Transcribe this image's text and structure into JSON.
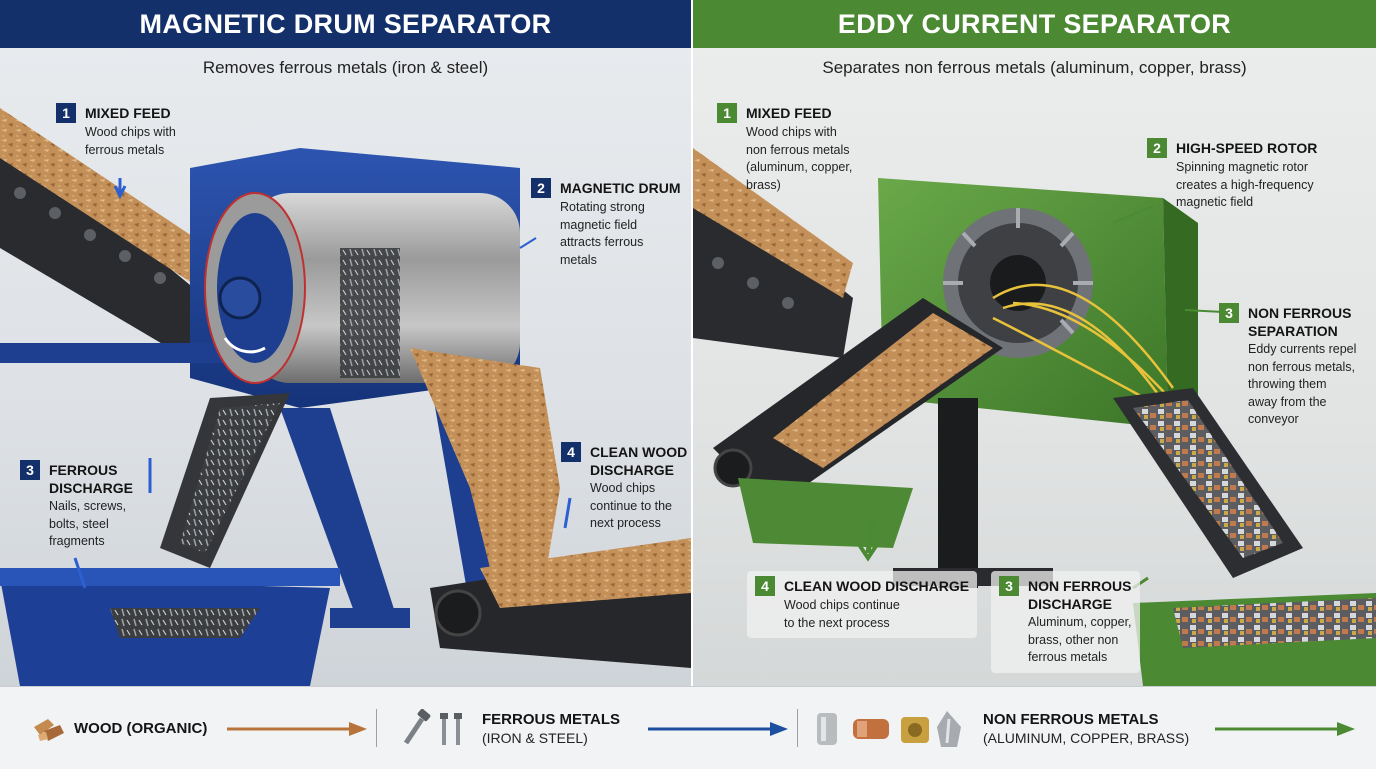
{
  "left": {
    "title": "MAGNETIC DRUM SEPARATOR",
    "subtitle": "Removes ferrous metals (iron & steel)",
    "callouts": [
      {
        "num": "1",
        "title": "MIXED FEED",
        "desc": [
          "Wood chips with",
          "ferrous metals"
        ]
      },
      {
        "num": "2",
        "title": "MAGNETIC DRUM",
        "desc": [
          "Rotating strong",
          "magnetic field",
          "attracts ferrous",
          "metals"
        ]
      },
      {
        "num": "3",
        "title": [
          "FERROUS",
          "DISCHARGE"
        ],
        "desc": [
          "Nails, screws,",
          "bolts, steel",
          "fragments"
        ]
      },
      {
        "num": "4",
        "title": [
          "CLEAN WOOD",
          "DISCHARGE"
        ],
        "desc": [
          "Wood chips",
          "continue to the",
          "next process"
        ]
      }
    ]
  },
  "right": {
    "title": "EDDY CURRENT SEPARATOR",
    "subtitle": "Separates non ferrous metals (aluminum, copper, brass)",
    "callouts": [
      {
        "num": "1",
        "title": "MIXED FEED",
        "desc": [
          "Wood chips with",
          "non ferrous metals",
          "(aluminum, copper,",
          "brass)"
        ]
      },
      {
        "num": "2",
        "title": "HIGH-SPEED ROTOR",
        "desc": [
          "Spinning magnetic rotor",
          "creates a high-frequency",
          "magnetic field"
        ]
      },
      {
        "num": "3",
        "title": [
          "NON FERROUS",
          "SEPARATION"
        ],
        "desc": [
          "Eddy currents repel",
          "non ferrous metals,",
          "throwing them",
          "away from the",
          "conveyor"
        ]
      },
      {
        "num": "4",
        "title": "CLEAN WOOD DISCHARGE",
        "desc": [
          "Wood chips continue",
          "to the next process"
        ]
      },
      {
        "num": "3",
        "title": [
          "NON FERROUS",
          "DISCHARGE"
        ],
        "desc": [
          "Aluminum, copper,",
          "brass, other non",
          "ferrous metals"
        ]
      }
    ]
  },
  "legend": {
    "wood": {
      "label": "WOOD (ORGANIC)",
      "color": "#b8733a",
      "icon": "wood-chips-icon"
    },
    "ferrous": {
      "label": "FERROUS METALS",
      "sub": "(IRON & STEEL)",
      "color": "#1c4fa0",
      "icon": "bolt-screw-icon"
    },
    "nonferrous": {
      "label": "NON FERROUS METALS",
      "sub": "(ALUMINUM, COPPER, BRASS)",
      "color": "#4b8a33",
      "icon": "metal-parts-icon"
    }
  }
}
